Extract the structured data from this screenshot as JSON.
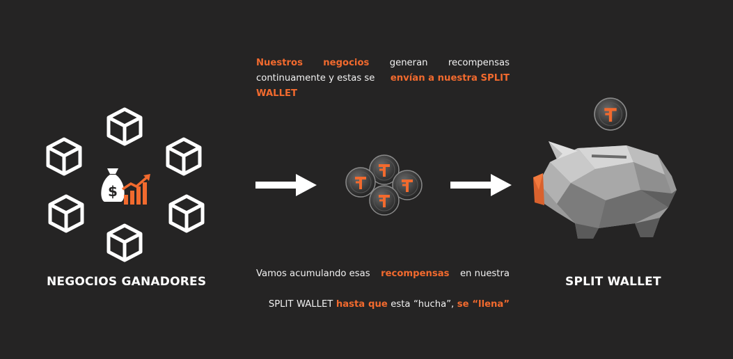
{
  "left": {
    "title": "NEGOCIOS GANADORES",
    "center_icon": "money-bag-growth-chart-icon",
    "node_icon": "cube-icon"
  },
  "right": {
    "title": "SPLIT WALLET",
    "image": "piggy-bank"
  },
  "top_text": {
    "l1": [
      "Nuestros",
      "negocios",
      "generan",
      "recompensas"
    ],
    "l2_a": "continuamente y estas se ",
    "l2_b": "envían a nuestra SPLIT",
    "l3": "WALLET"
  },
  "bottom_text": {
    "l1_a": "Vamos acumulando esas ",
    "l1_b": "recompensas",
    "l1_c": " en nuestra",
    "l2_a": "SPLIT WALLET ",
    "l2_b": "hasta que",
    "l2_c": " esta “hucha”, ",
    "l2_d": "se “llena”"
  },
  "colors": {
    "accent": "#f26a2e",
    "background": "#252424",
    "text": "#ffffff"
  }
}
